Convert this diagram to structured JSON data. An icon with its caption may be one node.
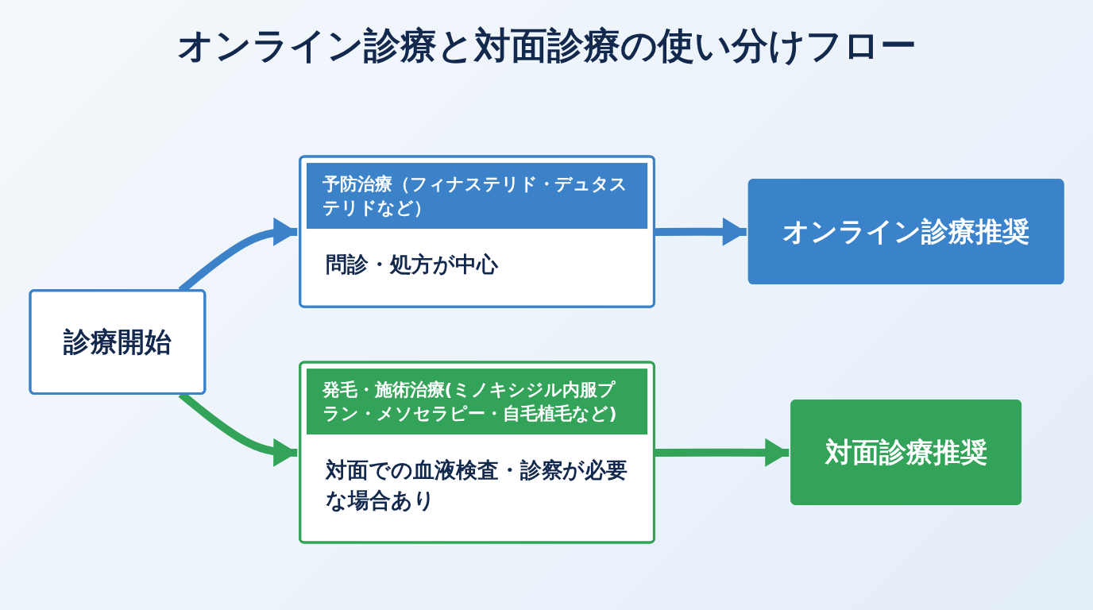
{
  "diagram": {
    "title": "オンライン診療と対面診療の使い分けフロー",
    "nodes": [
      {
        "text": [
          "診療開始"
        ]
      },
      {
        "text": [
          "予防治療（フィナステリド・デュタステリドなど）",
          "問診・処方が中心"
        ]
      },
      {
        "text": [
          "オンライン診療推奨"
        ]
      },
      {
        "text": [
          "発毛・施術治療(ミノキシジル内服プラン・メソセラピー・自毛植毛など)",
          "対面での血液検査・診察が必要な場合あり"
        ]
      },
      {
        "text": [
          "対面診療推奨"
        ]
      }
    ],
    "edges": [
      {
        "from": 0,
        "to": 1,
        "arrow": "to",
        "color": "#3b82c8"
      },
      {
        "from": 0,
        "to": 3,
        "arrow": "to",
        "color": "#34a35a"
      },
      {
        "from": 1,
        "to": 2,
        "arrow": "to",
        "color": "#3b82c8"
      },
      {
        "from": 3,
        "to": 4,
        "arrow": "to",
        "color": "#34a35a"
      }
    ]
  }
}
